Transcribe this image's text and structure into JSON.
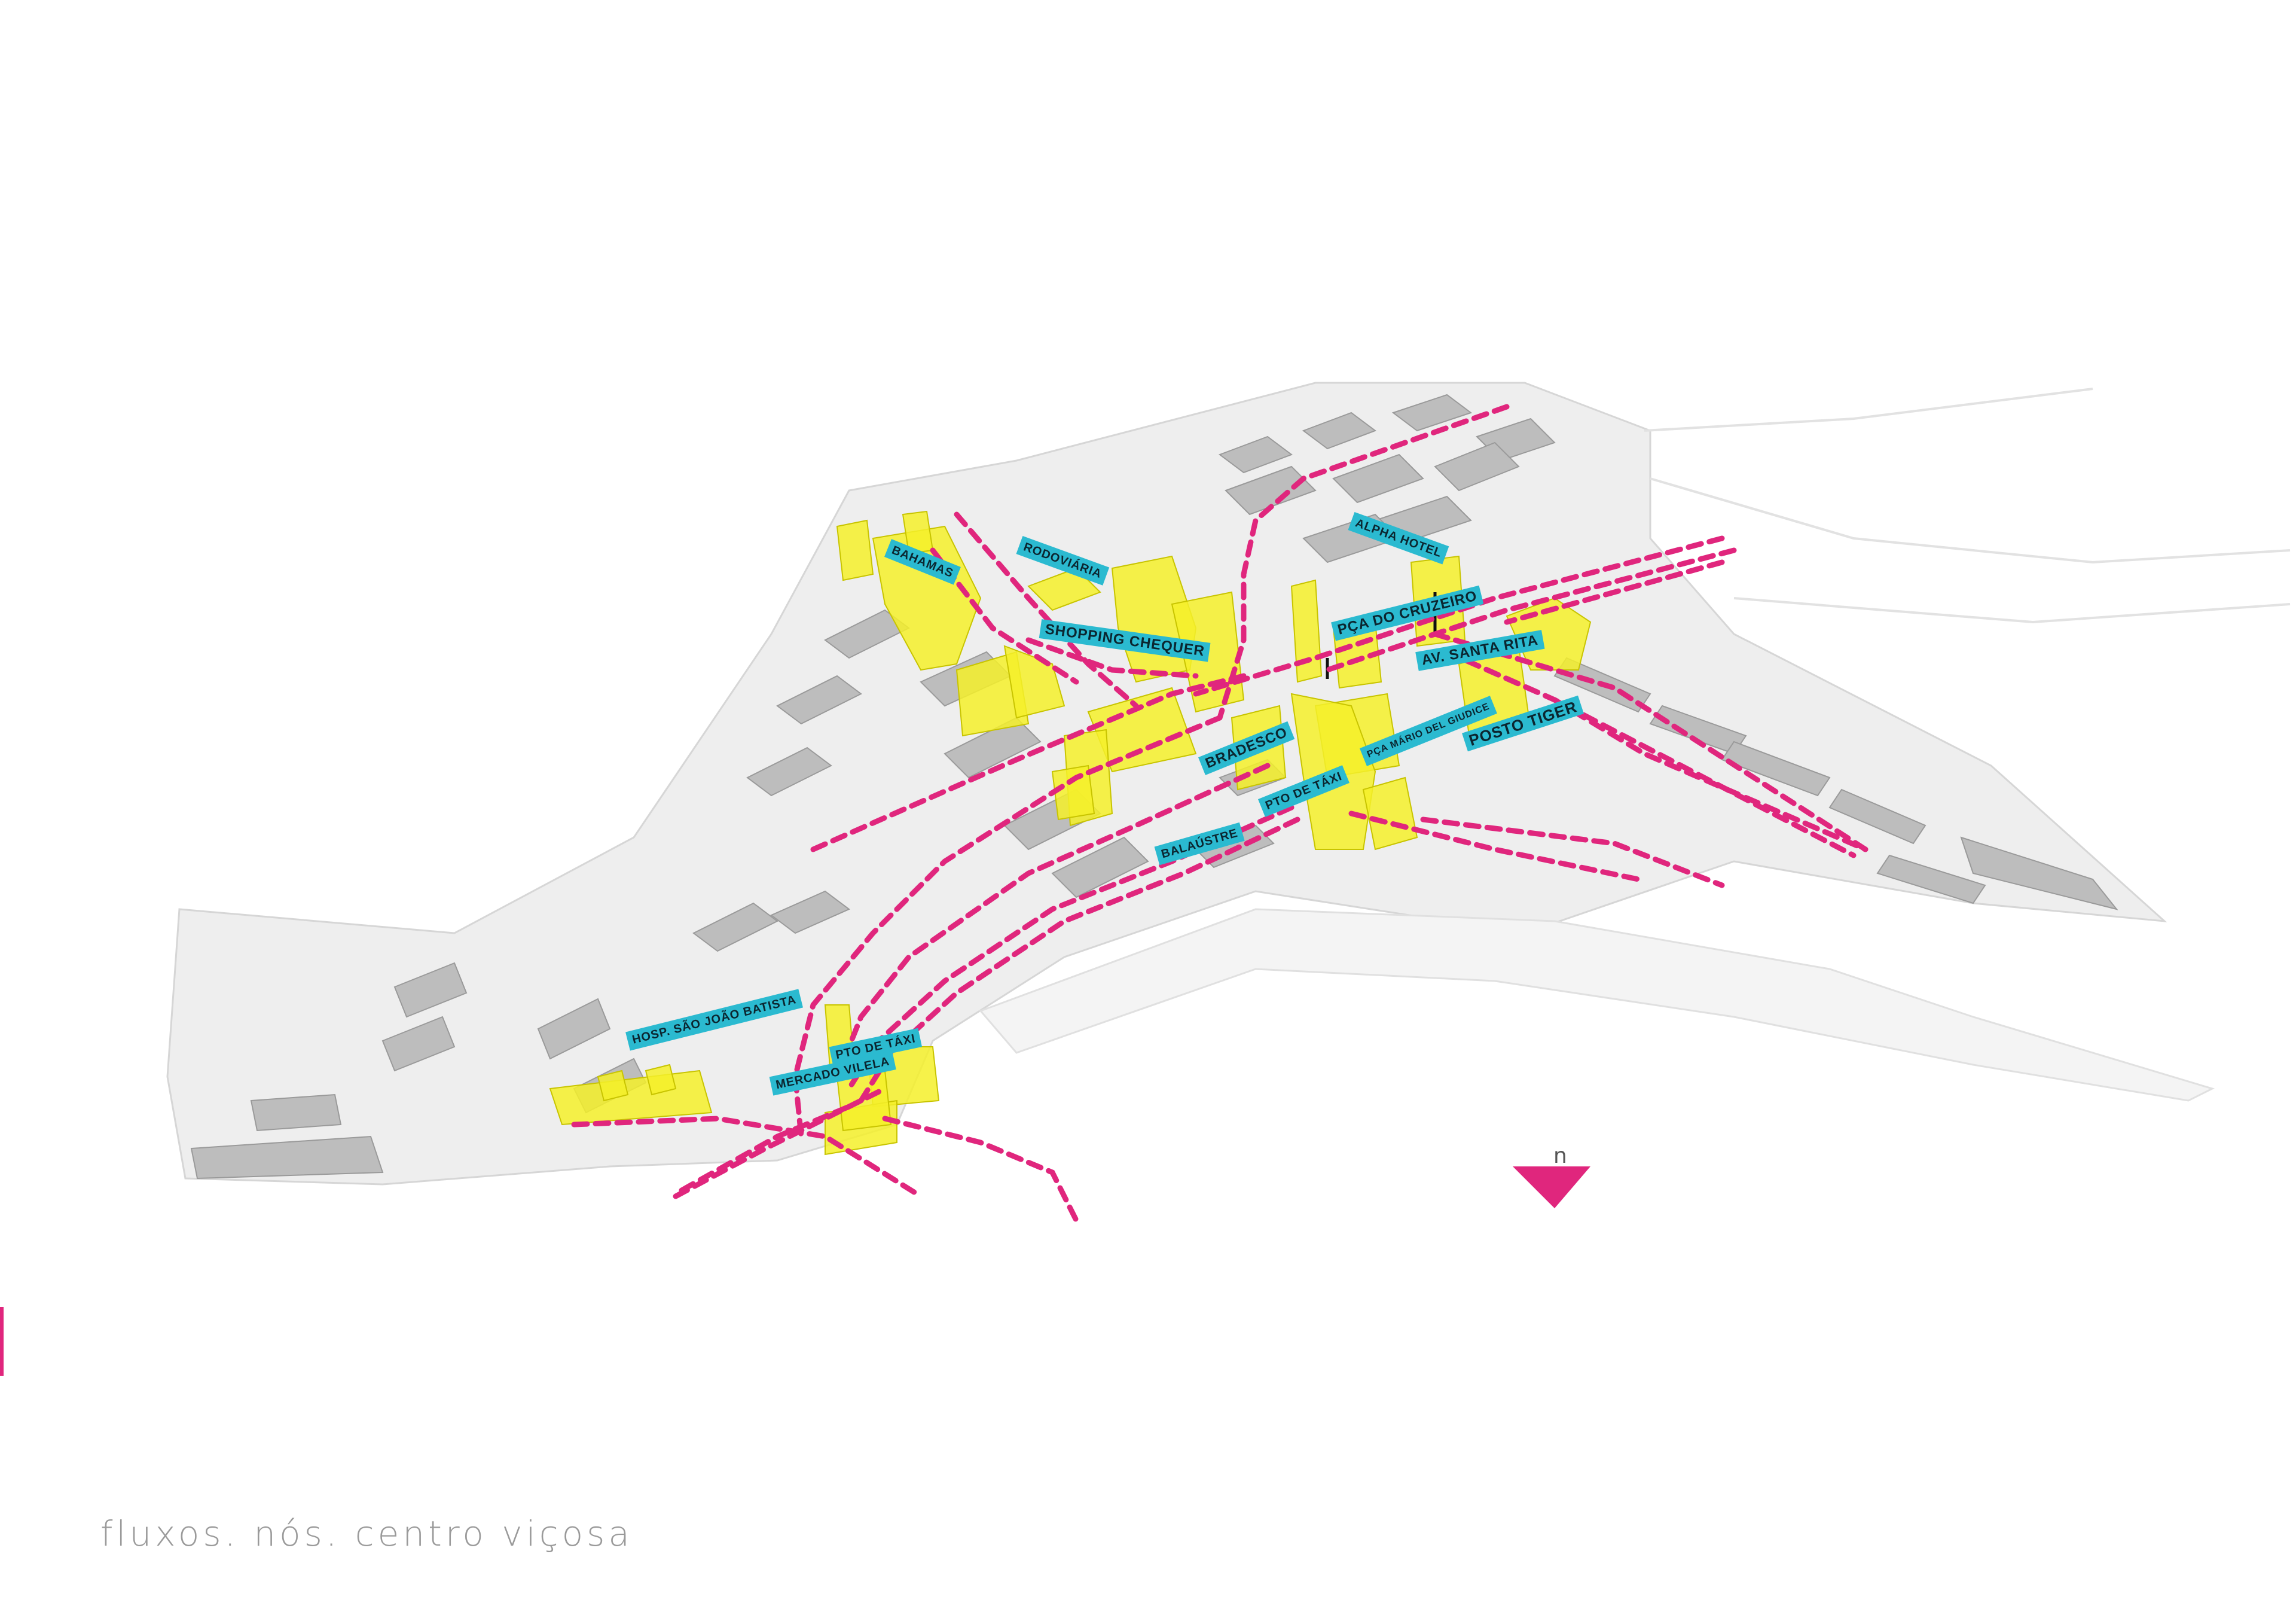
{
  "caption": "fluxos. nós. centro viçosa",
  "north_label": "n",
  "colors": {
    "flow_line": "#e0267d",
    "landmark_building": "#f5f02a",
    "label_bg": "#2bbad0",
    "context_building": "#b8b8b8",
    "ground": "#ececec"
  },
  "labels": {
    "bahamas": "BAHAMAS",
    "rodoviaria": "RODOVIÁRIA",
    "alpha_hotel": "ALPHA HOTEL",
    "shopping_chequer": "SHOPPING CHEQUER",
    "pca_cruzeiro": "PÇA DO CRUZEIRO",
    "av_santa_rita": "AV. SANTA RITA",
    "posto_tiger": "POSTO TIGER",
    "pca_mario": "PÇA MÁRIO DEL GIUDICE",
    "bradesco": "BRADESCO",
    "pto_taxi_1": "PTO DE TÁXI",
    "balaustre": "BALAÚSTRE",
    "pto_taxi_2": "PTO DE TÁXI",
    "mercado_vilela": "MERCADO VILELA",
    "hospital": "HOSP. SÃO JOÃO BATISTA"
  }
}
